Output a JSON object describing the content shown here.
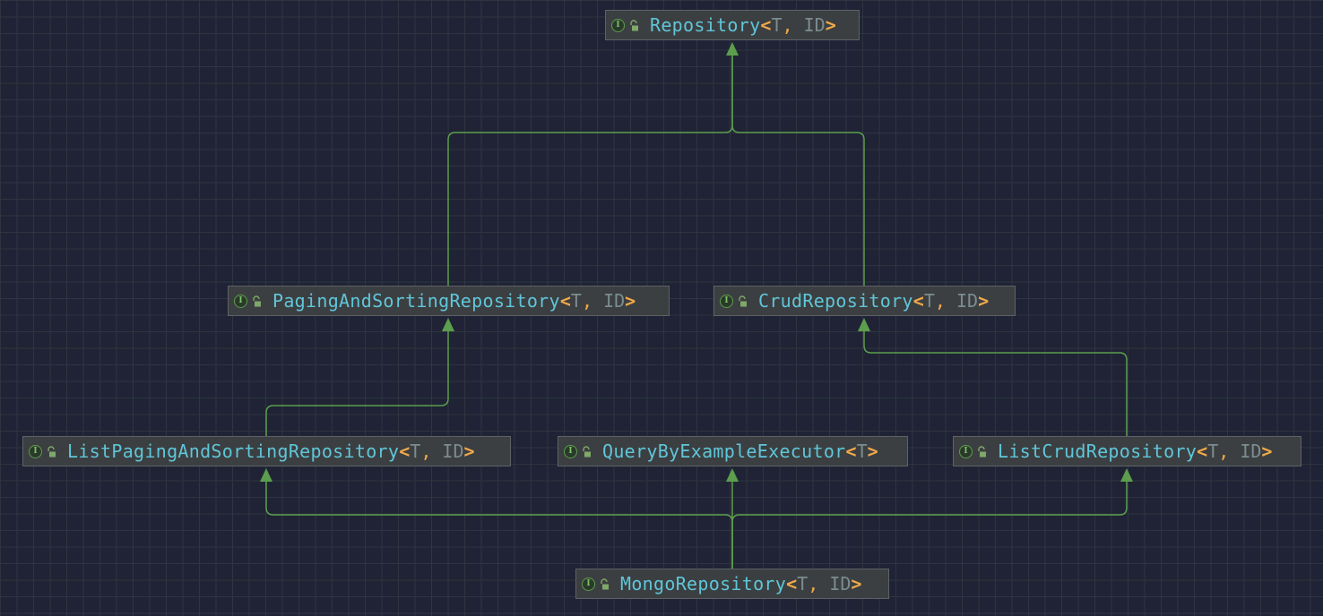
{
  "nodes": {
    "repository": {
      "name": "Repository",
      "open": "<",
      "close": ">",
      "params": [
        "T",
        "ID"
      ],
      "sep": ", "
    },
    "paging": {
      "name": "PagingAndSortingRepository",
      "open": "<",
      "close": ">",
      "params": [
        "T",
        "ID"
      ],
      "sep": ", "
    },
    "crud": {
      "name": "CrudRepository",
      "open": "<",
      "close": ">",
      "params": [
        "T",
        "ID"
      ],
      "sep": ", "
    },
    "listpaging": {
      "name": "ListPagingAndSortingRepository",
      "open": "<",
      "close": ">",
      "params": [
        "T",
        "ID"
      ],
      "sep": ", "
    },
    "qbe": {
      "name": "QueryByExampleExecutor",
      "open": "<",
      "close": ">",
      "params": [
        "T"
      ],
      "sep": ""
    },
    "listcrud": {
      "name": "ListCrudRepository",
      "open": "<",
      "close": ">",
      "params": [
        "T",
        "ID"
      ],
      "sep": ", "
    },
    "mongo": {
      "name": "MongoRepository",
      "open": "<",
      "close": ">",
      "params": [
        "T",
        "ID"
      ],
      "sep": ", "
    }
  },
  "icons": {
    "interface": "I",
    "access": "unlocked-padlock"
  },
  "colors": {
    "background": "#1f2335",
    "grid": "#2f3440",
    "node_fill": "#3c3f41",
    "node_border": "#5e6266",
    "type_name": "#5fc6d9",
    "type_param": "#7b8c8f",
    "angle_bracket": "#f0a94a",
    "edge": "#5c9e4d"
  },
  "edges": [
    {
      "from": "paging",
      "to": "repository",
      "kind": "extends"
    },
    {
      "from": "crud",
      "to": "repository",
      "kind": "extends"
    },
    {
      "from": "listpaging",
      "to": "paging",
      "kind": "extends"
    },
    {
      "from": "listcrud",
      "to": "crud",
      "kind": "extends"
    },
    {
      "from": "mongo",
      "to": "listpaging",
      "kind": "extends"
    },
    {
      "from": "mongo",
      "to": "qbe",
      "kind": "extends"
    },
    {
      "from": "mongo",
      "to": "listcrud",
      "kind": "extends"
    }
  ]
}
